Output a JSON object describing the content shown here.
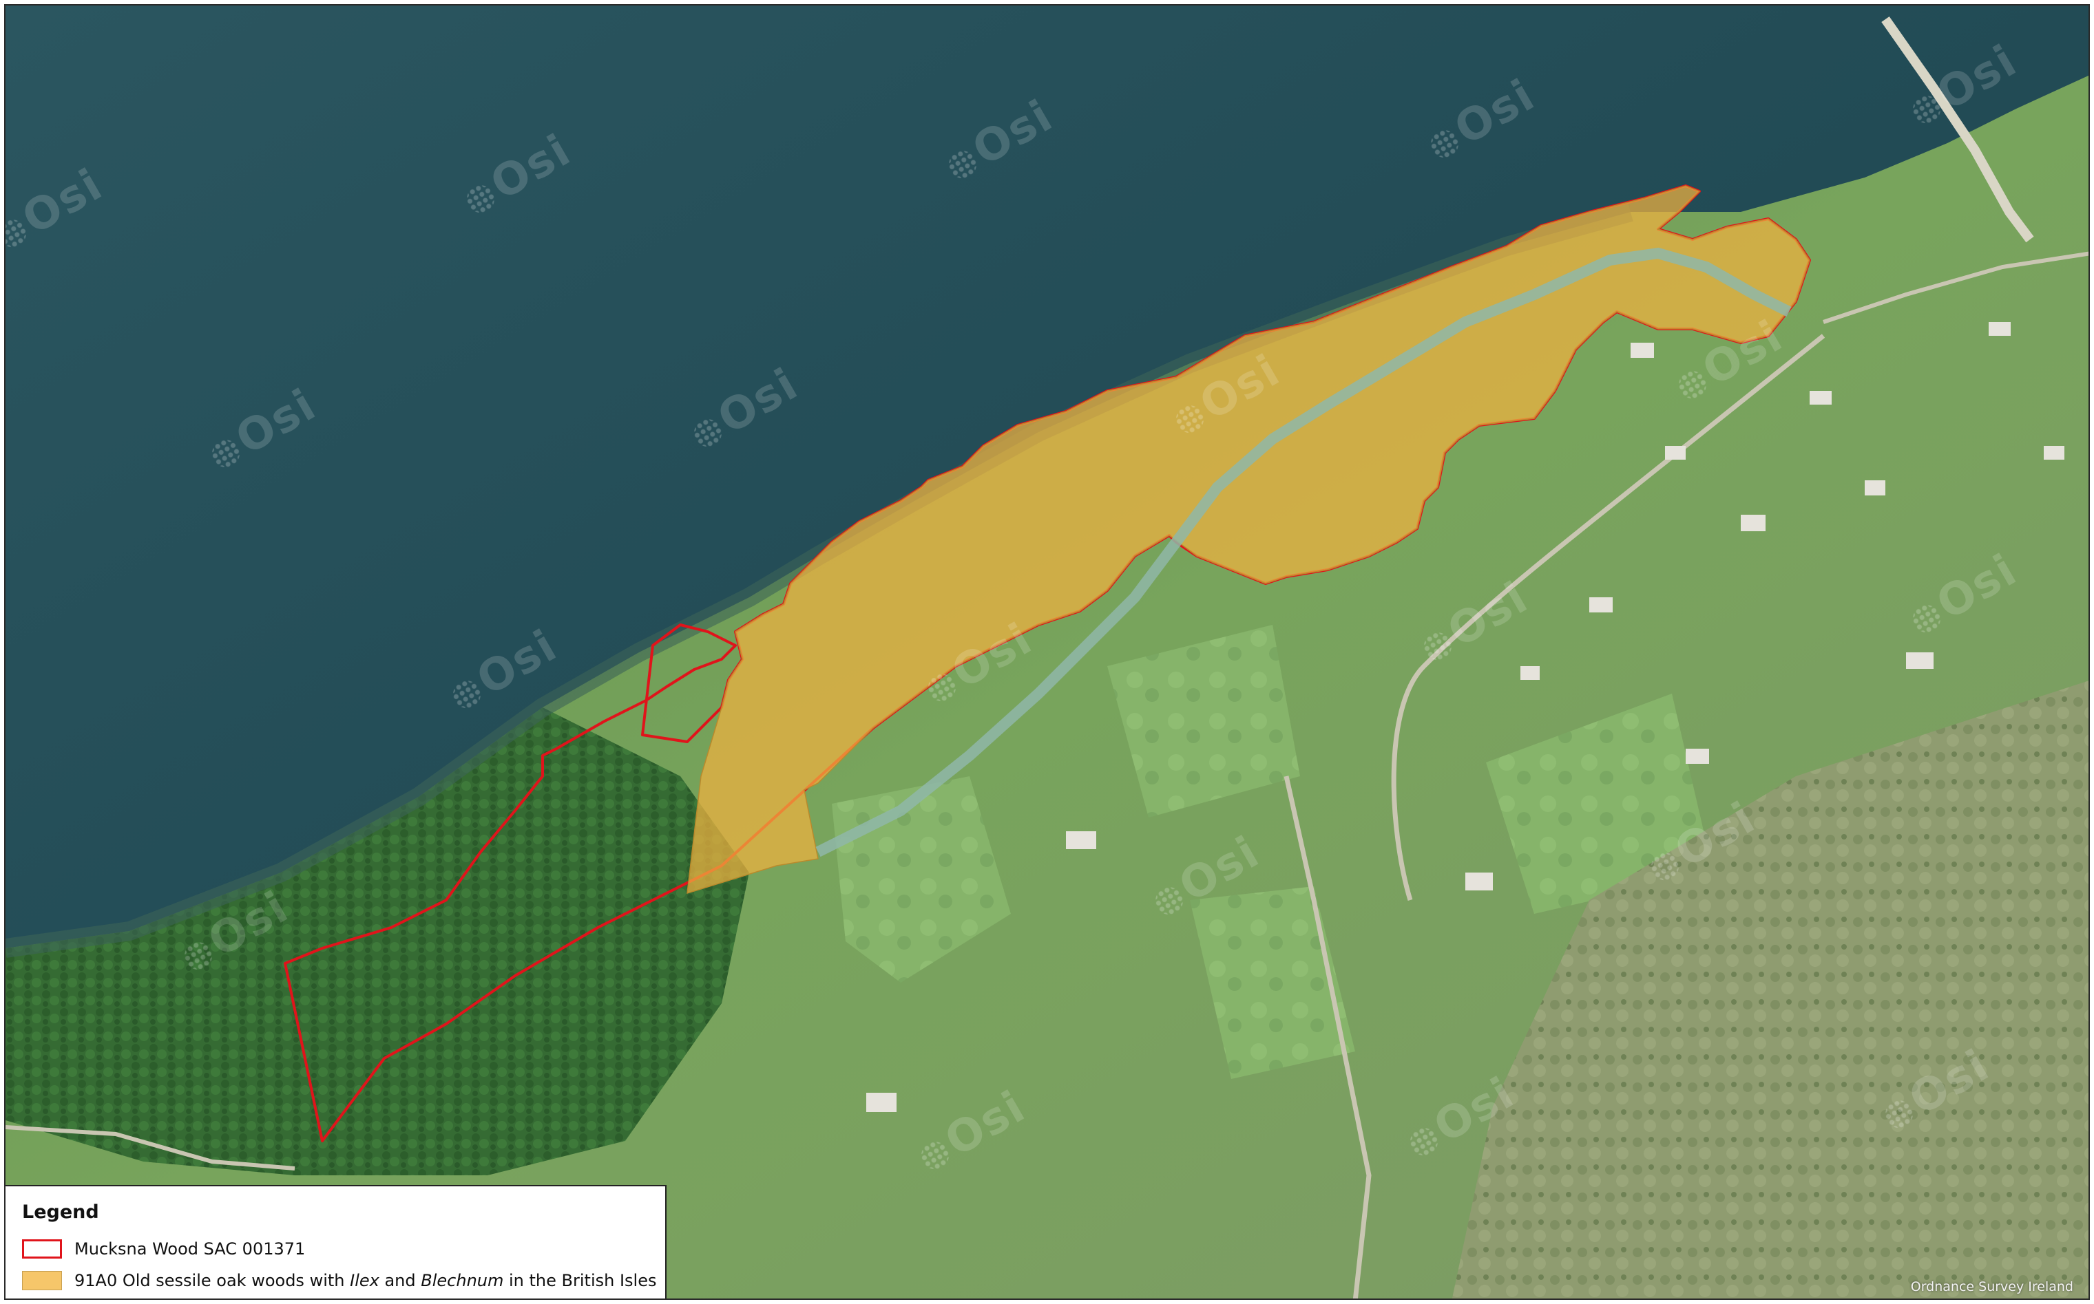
{
  "map": {
    "base_layer": "aerial imagery",
    "watermark_text": "Osi",
    "credit": "Ordnance Survey Ireland",
    "colors": {
      "water": "#24505a",
      "land": "#6f9a55",
      "woodland": "#3f7a3a",
      "bog": "#8c9b6d",
      "sac_boundary": "#e0141b",
      "habitat_fill": "#f0b240"
    }
  },
  "legend": {
    "title": "Legend",
    "items": [
      {
        "label": "Mucksna Wood SAC 001371",
        "symbol": "red-outline-box"
      },
      {
        "label_parts": [
          "91A0 Old sessile oak woods with ",
          "Ilex",
          " and ",
          "Blechnum",
          " in the British Isles"
        ],
        "symbol": "orange-fill-box"
      }
    ]
  }
}
